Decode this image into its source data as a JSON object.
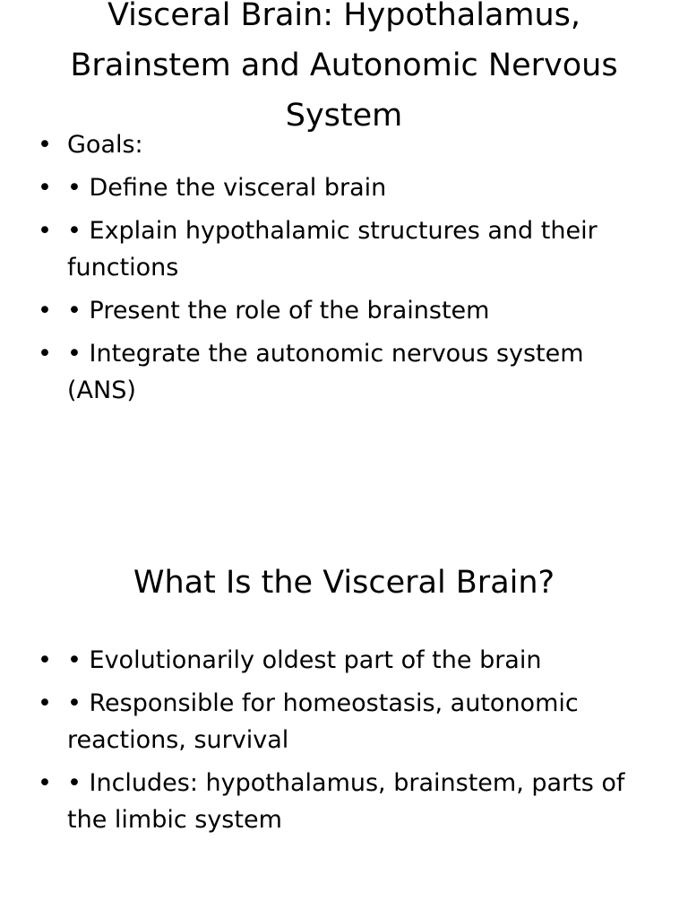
{
  "slides": [
    {
      "title": "Visceral Brain: Hypothalamus, Brainstem and Autonomic Nervous System",
      "bullets": [
        "Goals:",
        "• Define the visceral brain",
        "• Explain hypothalamic structures and their functions",
        "• Present the role of the brainstem",
        "• Integrate the autonomic nervous system (ANS)"
      ]
    },
    {
      "title": "What Is the Visceral Brain?",
      "bullets": [
        "• Evolutionarily oldest part of the brain",
        "• Responsible for homeostasis, autonomic reactions, survival",
        "• Includes: hypothalamus, brainstem, parts of the limbic system"
      ]
    }
  ],
  "bullet_marker": "•"
}
